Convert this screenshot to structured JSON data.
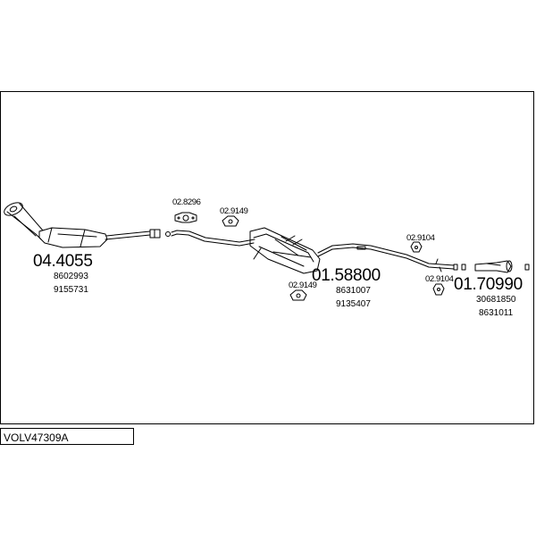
{
  "parts": {
    "catalytic_converter": {
      "number": "04.4055",
      "refs": [
        "8602993",
        "9155731"
      ]
    },
    "center_muffler": {
      "number": "01.58800",
      "refs": [
        "8631007",
        "9135407"
      ]
    },
    "rear_pipe": {
      "number": "01.70990",
      "refs": [
        "30681850",
        "8631011"
      ]
    },
    "gasket": {
      "number": "02.8296"
    },
    "hanger_a": {
      "number": "02.9149"
    },
    "hanger_b": {
      "number": "02.9149"
    },
    "hanger_c": {
      "number": "02.9104"
    },
    "hanger_d": {
      "number": "02.9104"
    }
  },
  "diagram_code": "VOLV47309A",
  "colors": {
    "line": "#000000",
    "background": "#ffffff"
  }
}
